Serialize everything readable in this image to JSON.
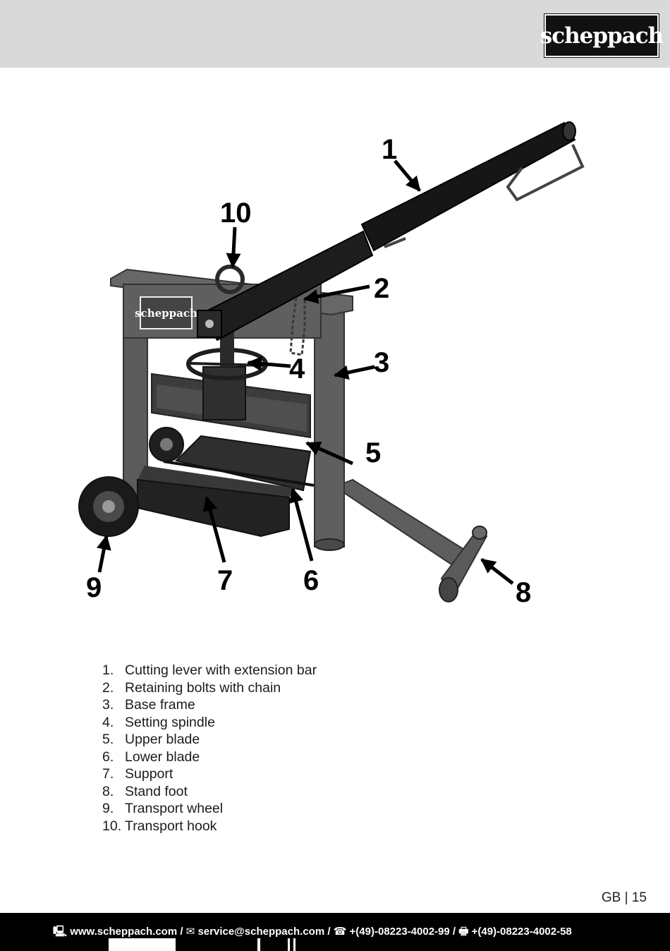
{
  "header": {
    "brand": "scheppach"
  },
  "figure": {
    "frame_label": "scheppach",
    "callouts": [
      "1",
      "2",
      "3",
      "4",
      "5",
      "6",
      "7",
      "8",
      "9",
      "10"
    ]
  },
  "parts": [
    {
      "num": "1.",
      "label": "Cutting lever with extension bar"
    },
    {
      "num": "2.",
      "label": "Retaining bolts with chain"
    },
    {
      "num": "3.",
      "label": "Base frame"
    },
    {
      "num": "4.",
      "label": "Setting spindle"
    },
    {
      "num": "5.",
      "label": "Upper blade"
    },
    {
      "num": "6.",
      "label": "Lower blade"
    },
    {
      "num": "7.",
      "label": "Support"
    },
    {
      "num": "8.",
      "label": "Stand foot"
    },
    {
      "num": "9.",
      "label": "Transport wheel"
    },
    {
      "num": "10.",
      "label": "Transport hook"
    }
  ],
  "page": {
    "number": "GB | 15"
  },
  "footer": {
    "website": "www.scheppach.com",
    "email": "service@scheppach.com",
    "phone": "+(49)-08223-4002-99",
    "fax": "+(49)-08223-4002-58",
    "icons": [
      "computer-icon",
      "mail-icon",
      "phone-icon",
      "fax-icon"
    ]
  }
}
